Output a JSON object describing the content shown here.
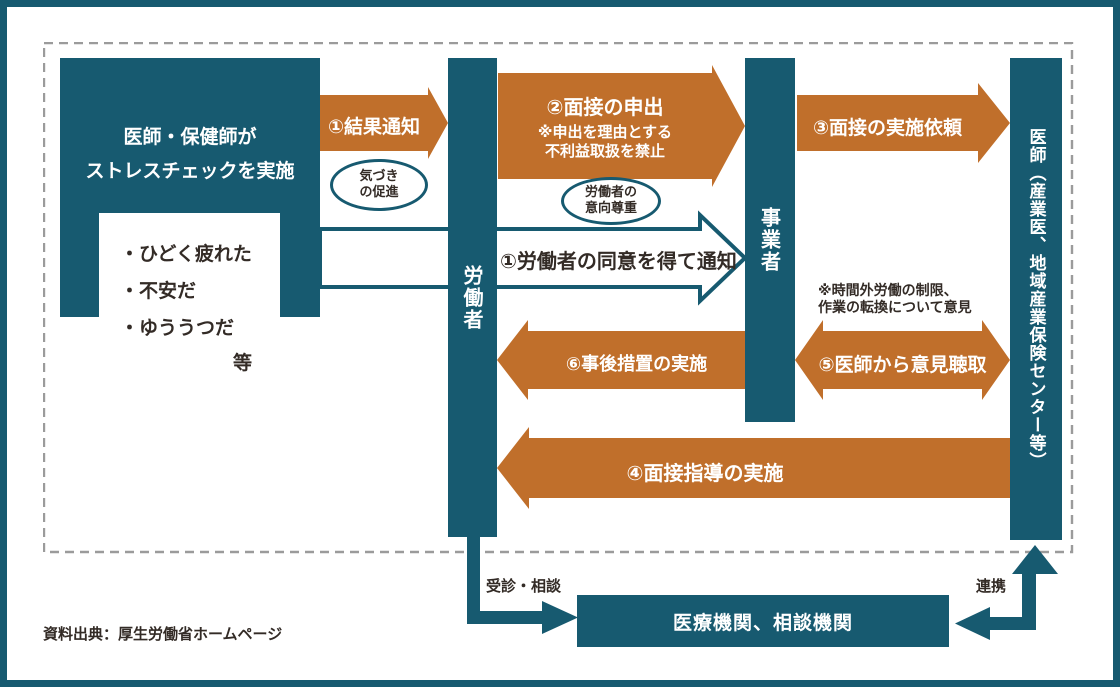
{
  "colors": {
    "teal": "#175a70",
    "orange": "#c06f2b",
    "text_dark": "#332b26",
    "dash_gray": "#9b9b9b"
  },
  "boxes": {
    "practitioner": {
      "line1": "医師・保健師が",
      "line2": "ストレスチェックを実施"
    },
    "symptoms": {
      "items": [
        "・ひどく疲れた",
        "・不安だ",
        "・ゆううつだ"
      ],
      "etc": "等"
    },
    "medical": {
      "label": "医療機関、相談機関"
    }
  },
  "bars": {
    "worker": "労働者",
    "employer": "事業者",
    "doctor": "医師（産業医、地域産業保険センター等）"
  },
  "arrows": {
    "result_notice": {
      "label": "①結果通知"
    },
    "interview_request": {
      "label": "②面接の申出",
      "note1": "※申出を理由とする",
      "note2": "不利益取扱を禁止"
    },
    "consent_notice": {
      "label": "①労働者の同意を得て通知"
    },
    "interview_order": {
      "label": "③面接の実施依頼"
    },
    "opinion_hearing": {
      "label": "⑤医師から意見聴取",
      "note1": "※時間外労働の制限、",
      "note2": "作業の転換について意見"
    },
    "post_measures": {
      "label": "⑥事後措置の実施"
    },
    "interview_guidance": {
      "label": "④面接指導の実施"
    }
  },
  "ovals": {
    "awareness": {
      "line1": "気づき",
      "line2": "の促進"
    },
    "respect": {
      "line1": "労働者の",
      "line2": "意向尊重"
    }
  },
  "connectors": {
    "consult": "受診・相談",
    "cooperate": "連携"
  },
  "source_note": "資料出典：厚生労働省ホームページ"
}
